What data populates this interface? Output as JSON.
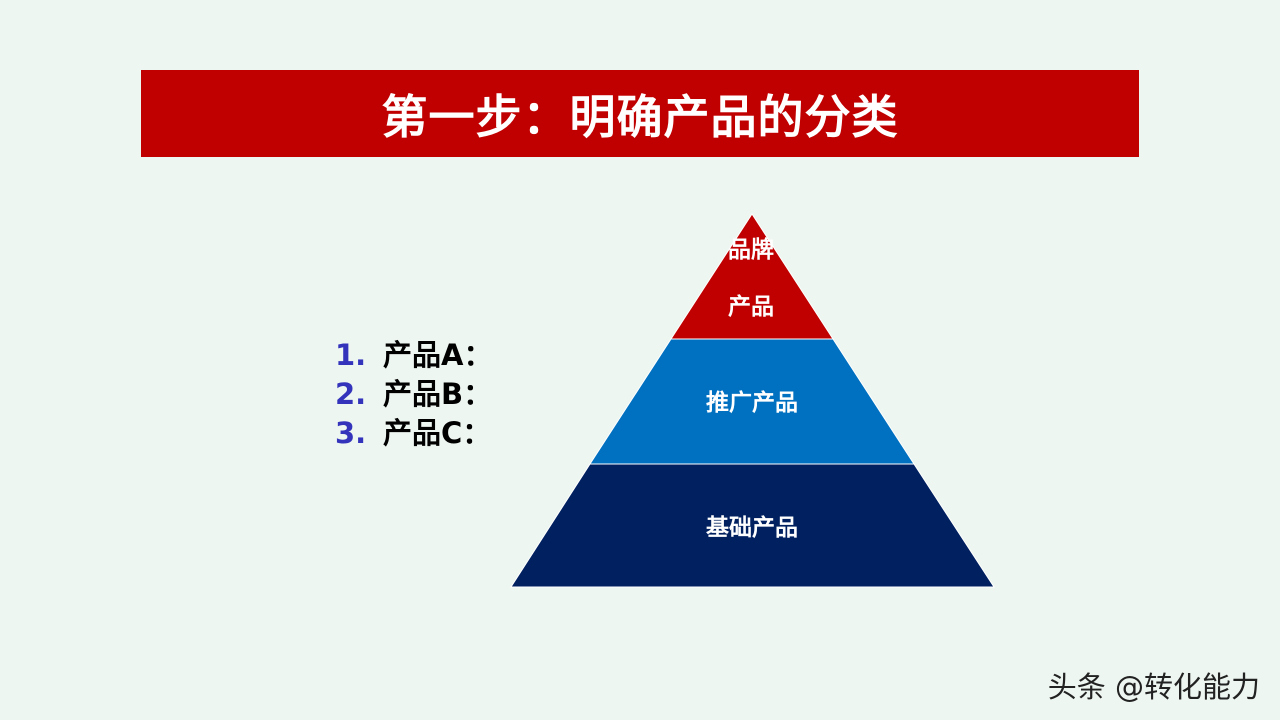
{
  "title": "第一步：明确产品的分类",
  "list": {
    "items": [
      {
        "num": "1.",
        "text": "产品A："
      },
      {
        "num": "2.",
        "text": "产品B："
      },
      {
        "num": "3.",
        "text": "产品C："
      }
    ]
  },
  "pyramid": {
    "tiers": [
      {
        "label_line1": "品牌",
        "label_line2": "产品",
        "color": "#c00000"
      },
      {
        "label": "推广产品",
        "color": "#0070c0"
      },
      {
        "label": "基础产品",
        "color": "#002060"
      }
    ]
  },
  "watermark": "头条 @转化能力",
  "colors": {
    "background": "#eef6f1",
    "title_bar": "#c00000",
    "list_number": "#3333bb",
    "tier_border": "#ffffff"
  }
}
